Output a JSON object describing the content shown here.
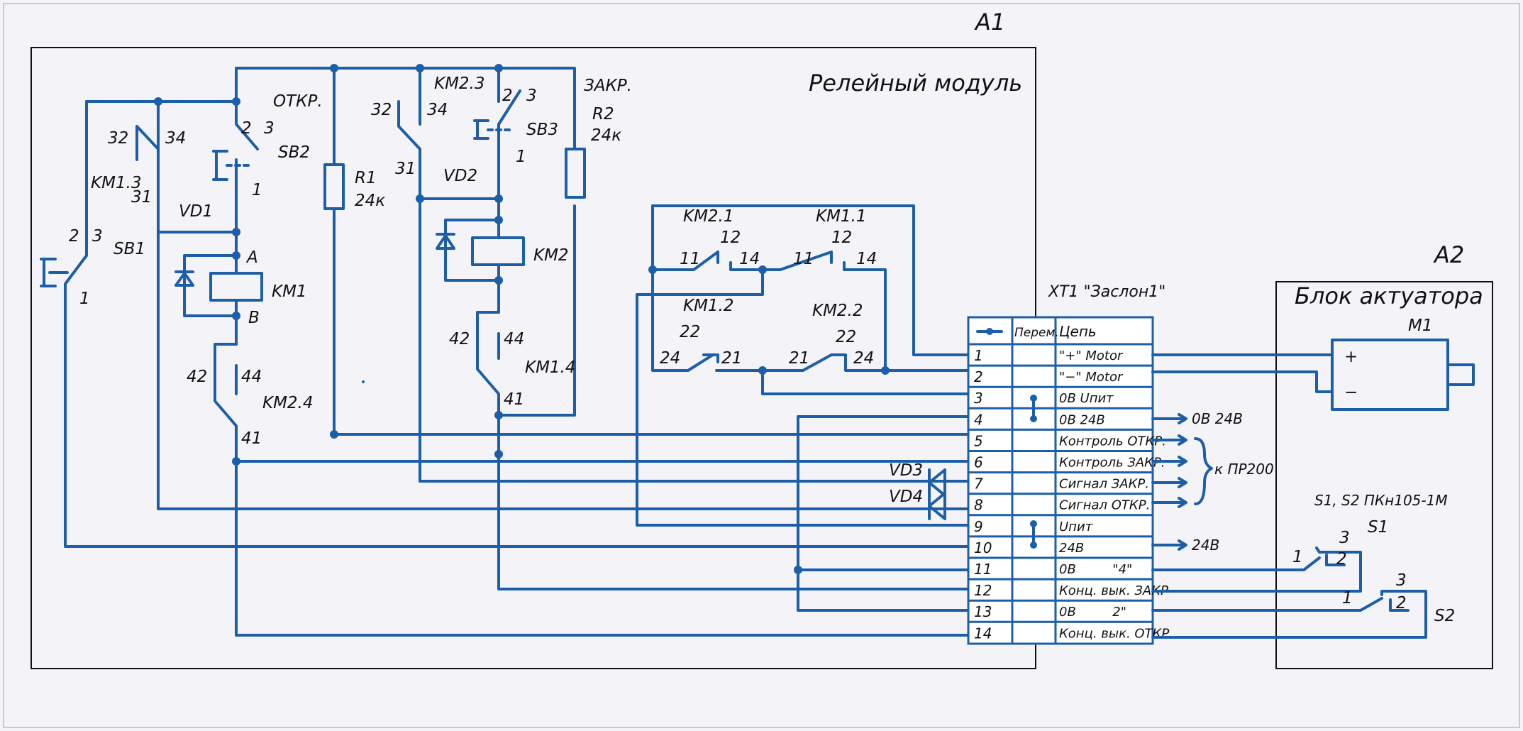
{
  "frame_labels": {
    "a1": "A1",
    "a2": "A2",
    "relay_module": "Релейный модуль",
    "actuator_block": "Блок актуатора",
    "terminal_block": "XT1 \"Заслон1\"",
    "limit_switches": "S1, S2 ПКн105-1М"
  },
  "components": {
    "sb1": "SB1",
    "sb2": "SB2",
    "sb3": "SB3",
    "km1": "KM1",
    "km2": "KM2",
    "km13": "KM1.3",
    "km23": "KM2.3",
    "km24": "KM2.4",
    "km14": "KM1.4",
    "km21": "KM2.1",
    "km11": "KM1.1",
    "km12": "KM1.2",
    "km22": "KM2.2",
    "vd1": "VD1",
    "vd2": "VD2",
    "vd3": "VD3",
    "vd4": "VD4",
    "r1": "R1",
    "r1_val": "24к",
    "r2": "R2",
    "r2_val": "24к",
    "otkr": "ОТКР.",
    "zakr": "ЗАКР.",
    "m1": "M1",
    "s1": "S1",
    "s2": "S2",
    "plus": "+",
    "minus": "−",
    "coil_a": "A",
    "coil_b": "B"
  },
  "pins": {
    "km13_32": "32",
    "km13_34": "34",
    "km13_31": "31",
    "sb2_2": "2",
    "sb2_3": "3",
    "sb2_1": "1",
    "sb1_2": "2",
    "sb1_3": "3",
    "sb1_1": "1",
    "km23_32": "32",
    "km23_34": "34",
    "km23_31": "31",
    "sb3_2": "2",
    "sb3_3": "3",
    "sb3_1": "1",
    "km24_42": "42",
    "km24_44": "44",
    "km24_41": "41",
    "km14_42": "42",
    "km14_44": "44",
    "km14_41": "41",
    "km21_11": "11",
    "km21_12": "12",
    "km21_14": "14",
    "km11_11": "11",
    "km11_12": "12",
    "km11_14": "14",
    "km12_22": "22",
    "km12_24": "24",
    "km12_21": "21",
    "km22_22": "22",
    "km22_24": "24",
    "km22_21": "21",
    "s1_1": "1",
    "s1_2": "2",
    "s1_3": "3",
    "s2_1": "1",
    "s2_2": "2",
    "s2_3": "3"
  },
  "terminal_table": {
    "header_jumper": "Перем.",
    "header_circuit": "Цепь",
    "rows": [
      {
        "num": "1",
        "circuit": "\"+\" Motor"
      },
      {
        "num": "2",
        "circuit": "\"−\" Motor"
      },
      {
        "num": "3",
        "circuit": "0В Uпит"
      },
      {
        "num": "4",
        "circuit": "0В 24В"
      },
      {
        "num": "5",
        "circuit": "Контроль ОТКР."
      },
      {
        "num": "6",
        "circuit": "Контроль ЗАКР."
      },
      {
        "num": "7",
        "circuit": "Сигнал ЗАКР."
      },
      {
        "num": "8",
        "circuit": "Сигнал ОТКР."
      },
      {
        "num": "9",
        "circuit": "Uпит"
      },
      {
        "num": "10",
        "circuit": "24В"
      },
      {
        "num": "11",
        "circuit": "0В         \"4\""
      },
      {
        "num": "12",
        "circuit": "Конц. вык. ЗАКР"
      },
      {
        "num": "13",
        "circuit": "0В         2\""
      },
      {
        "num": "14",
        "circuit": "Конц. вык. ОТКР"
      }
    ]
  },
  "outputs": {
    "ov24": "0В 24В",
    "pr200": "к ПР200",
    "v24": "24В"
  },
  "colors": {
    "wire": "#1c5fa8",
    "frame": "#111111",
    "background": "#f4f4f8"
  }
}
